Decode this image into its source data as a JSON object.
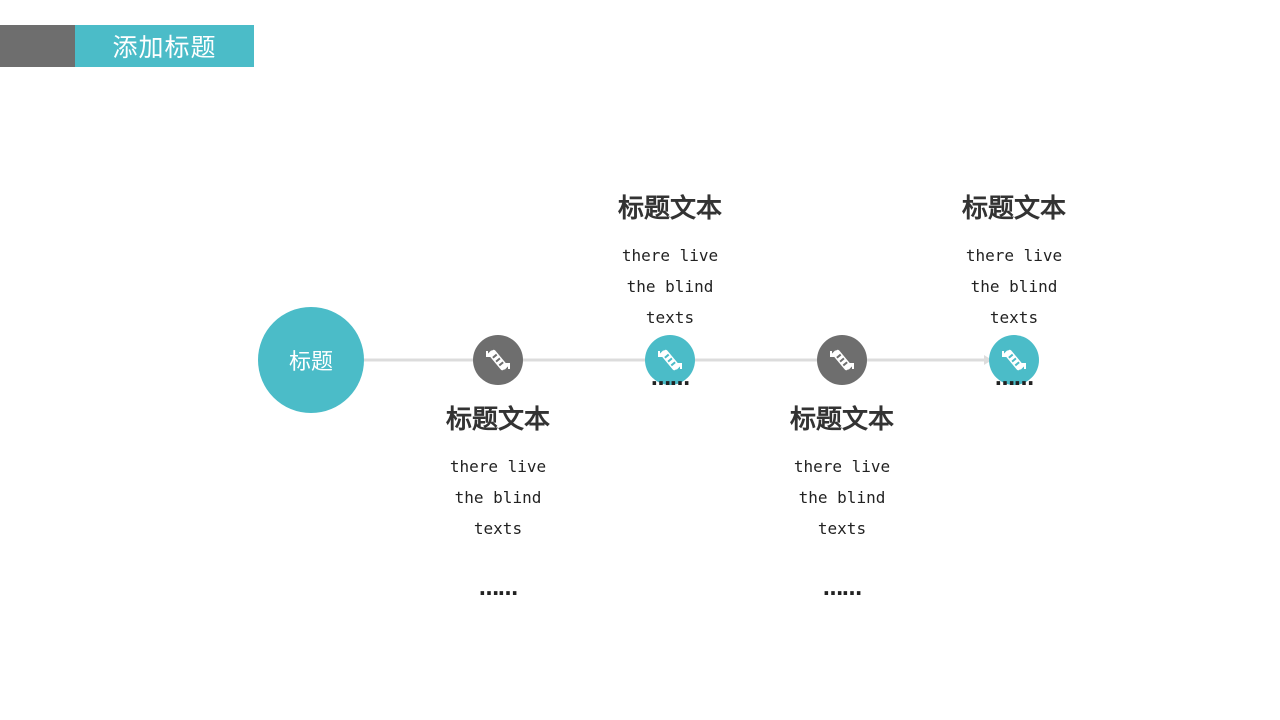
{
  "header": {
    "title": "添加标题",
    "accent_color": "#4bbcc8",
    "secondary_color": "#6e6e6e"
  },
  "center_node": {
    "label": "标题"
  },
  "timeline": {
    "nodes": [
      {
        "color": "gray",
        "icon": "satellite-icon"
      },
      {
        "color": "teal",
        "icon": "satellite-icon"
      },
      {
        "color": "gray",
        "icon": "satellite-icon"
      },
      {
        "color": "teal",
        "icon": "satellite-icon"
      }
    ],
    "items": [
      {
        "title": "标题文本",
        "desc": "there live\nthe blind\ntexts",
        "dots": "……"
      },
      {
        "title": "标题文本",
        "desc": "there live\nthe blind\ntexts",
        "dots": "……"
      },
      {
        "title": "标题文本",
        "desc": "there live\nthe blind\ntexts",
        "dots": "……"
      },
      {
        "title": "标题文本",
        "desc": "there live\nthe blind\ntexts",
        "dots": "……"
      }
    ]
  }
}
